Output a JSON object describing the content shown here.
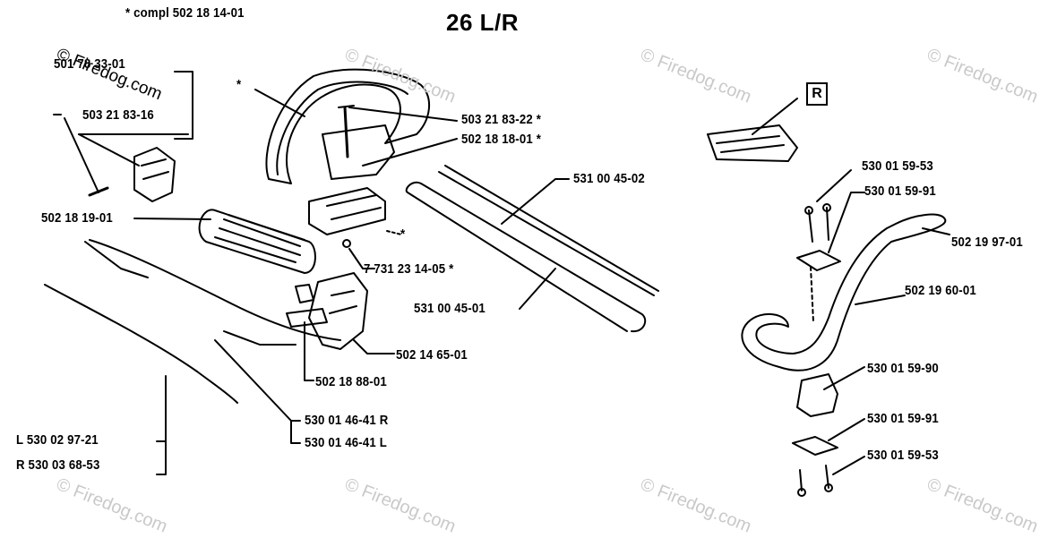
{
  "header": {
    "compl_note": "* compl 502 18 14-01",
    "model_title": "26 L/R"
  },
  "variant_badge": "R",
  "watermarks": [
    "© Firedog.com",
    "© Firedog.com",
    "© Firedog.com",
    "© Firedog.com",
    "© Firedog.com",
    "© Firedog.com",
    "© Firedog.com",
    "© Firedog.com"
  ],
  "parts": {
    "p_501_78_33_01": "501 78 33-01",
    "p_503_21_83_16": "503 21 83-16",
    "p_503_21_83_22": "503 21 83-22  *",
    "p_502_18_18_01": "502 18 18-01  *",
    "p_531_00_45_02": "531 00 45-02",
    "p_502_18_19_01": "502 18 19-01",
    "p_7_731_23_14_05": "7  731 23 14-05  *",
    "p_531_00_45_01": "531 00 45-01",
    "p_502_14_65_01": "502 14 65-01",
    "p_502_18_88_01": "502 18 88-01",
    "p_530_01_46_41_r": "530 01 46-41 R",
    "p_530_01_46_41_l": "530 01 46-41 L",
    "p_l_530_02_97_21": "L 530 02 97-21",
    "p_r_530_03_68_53": "R 530 03 68-53",
    "p_530_01_59_53_a": "530 01 59-53",
    "p_530_01_59_91_a": "530 01 59-91",
    "p_502_19_97_01": "502 19 97-01",
    "p_502_19_60_01": "502 19 60-01",
    "p_530_01_59_90": "530 01 59-90",
    "p_530_01_59_91_b": "530 01 59-91",
    "p_530_01_59_53_b": "530 01 59-53"
  },
  "asterisks": [
    "*",
    "*"
  ]
}
